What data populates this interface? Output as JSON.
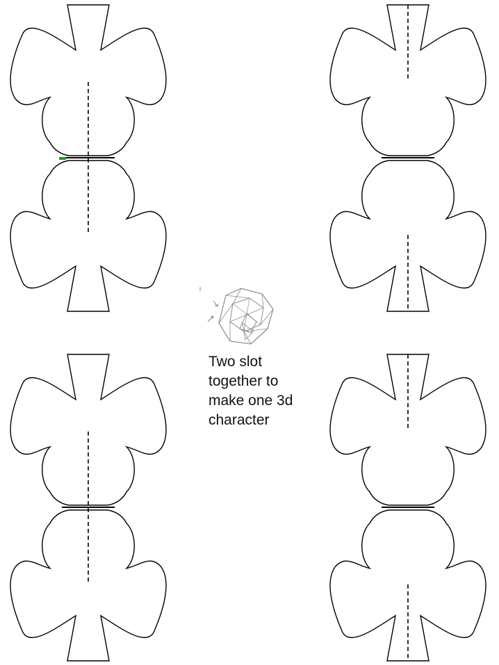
{
  "caption": {
    "lines": [
      "Two slot",
      "together to",
      "make one 3d",
      "character"
    ]
  },
  "colors": {
    "outline": "#000000",
    "background": "#ffffff",
    "accent_mark": "#1aa01a",
    "sketch": "#8a8a8a"
  },
  "templates": [
    {
      "name": "template-top-left",
      "slot": "center-through"
    },
    {
      "name": "template-top-right",
      "slot": "ends"
    },
    {
      "name": "template-bottom-left",
      "slot": "center-through"
    },
    {
      "name": "template-bottom-right",
      "slot": "ends"
    }
  ],
  "preview": {
    "icon": "assembled-3d-character-sketch"
  }
}
